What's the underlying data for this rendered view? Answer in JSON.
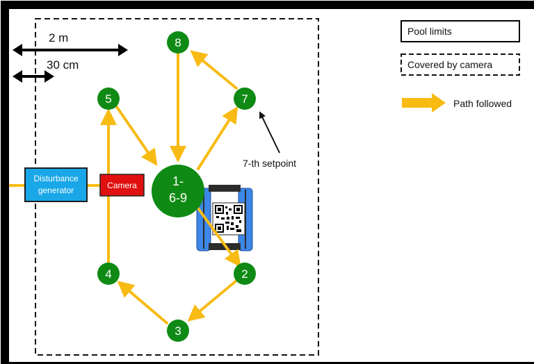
{
  "dimensions": {
    "large_label": "2 m",
    "small_label": "30 cm"
  },
  "legend": {
    "pool_limits": "Pool limits",
    "covered_by_camera": "Covered by camera",
    "path_followed": "Path followed"
  },
  "components": {
    "disturbance_generator_line1": "Disturbance",
    "disturbance_generator_line2": "generator",
    "camera": "Camera"
  },
  "setpoints": {
    "center_line1": "1-",
    "center_line2": "6-9",
    "p2": "2",
    "p3": "3",
    "p4": "4",
    "p5": "5",
    "p7": "7",
    "p8": "8"
  },
  "annotation": "7-th setpoint",
  "colors": {
    "node_green": "#0f8a14",
    "path_yellow": "#f8bb14",
    "disturbance_blue": "#1aa7e8",
    "camera_red": "#e01010",
    "robot_blue": "#3c87e8"
  }
}
